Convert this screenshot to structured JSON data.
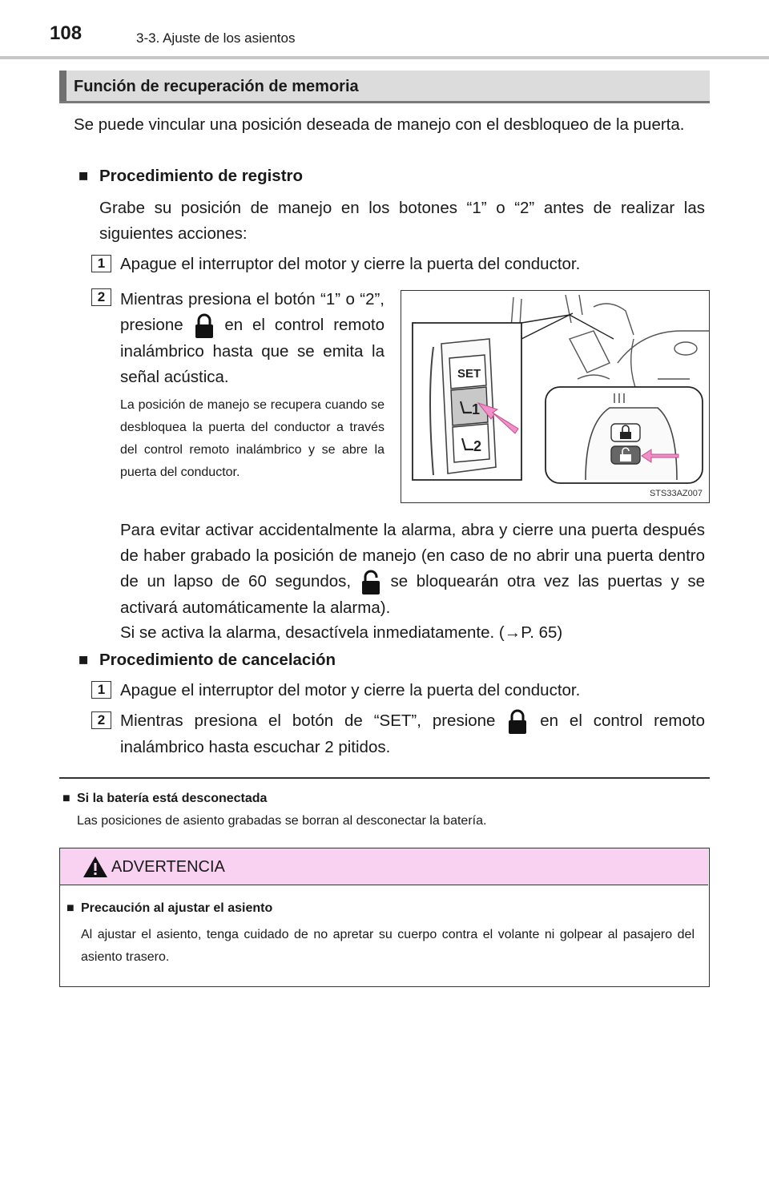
{
  "header": {
    "page_number": "108",
    "chapter": "3-3. Ajuste de los asientos"
  },
  "section": {
    "title": "Función de recuperación de memoria",
    "intro": "Se puede vincular una posición deseada de manejo con el desbloqueo de la puerta."
  },
  "registro": {
    "bullet": "■",
    "heading": "Procedimiento de registro",
    "intro": "Grabe su posición de manejo en los botones “1” o “2” antes de realizar las siguientes acciones:",
    "step1_num": "1",
    "step1": "Apague el interruptor del motor y cierre la puerta del conductor.",
    "step2_num": "2",
    "step2_a": "Mientras presiona el botón “1” o “2”, presione",
    "step2_b": "en el control remoto inalámbrico hasta que se emita la señal acústica.",
    "note": "La posición de manejo se recupera cuando se desbloquea la puerta del conductor a través del control remoto inalámbrico y se abre la puerta del conductor.",
    "para_a": "Para evitar activar accidentalmente la alarma, abra y cierre una puerta después de haber grabado la posición de manejo (en caso de no abrir una puerta dentro de un lapso de 60 segundos,",
    "para_b": "se bloquearán otra vez las puertas y se activará automáticamente la alarma).",
    "para_c": "Si se activa la alarma, desactívela inmediatamente. (→P. 65)"
  },
  "figure": {
    "code": "STS33AZ007",
    "button_set": "SET",
    "button_1": "1",
    "button_2": "2",
    "seat_icon": "seat-memory-icon",
    "lock_icon": "lock-icon",
    "unlock_icon": "unlock-icon",
    "arrow_color": "#f08fc8"
  },
  "cancelacion": {
    "bullet": "■",
    "heading": "Procedimiento de cancelación",
    "step1_num": "1",
    "step1": "Apague el interruptor del motor y cierre la puerta del conductor.",
    "step2_num": "2",
    "step2_a": "Mientras presiona el botón de “SET”, presione",
    "step2_b": "en el control remoto inalámbrico hasta escuchar 2 pitidos."
  },
  "note_battery": {
    "bullet": "■",
    "heading": "Si la batería está desconectada",
    "text": "Las posiciones de asiento grabadas se borran al desconectar la batería."
  },
  "warning": {
    "title": "ADVERTENCIA",
    "header_color": "#f9d2f2",
    "bullet": "■",
    "heading": "Precaución al ajustar el asiento",
    "text": "Al ajustar el asiento, tenga cuidado de no apretar su cuerpo contra el volante ni golpear al pasajero del asiento trasero."
  }
}
